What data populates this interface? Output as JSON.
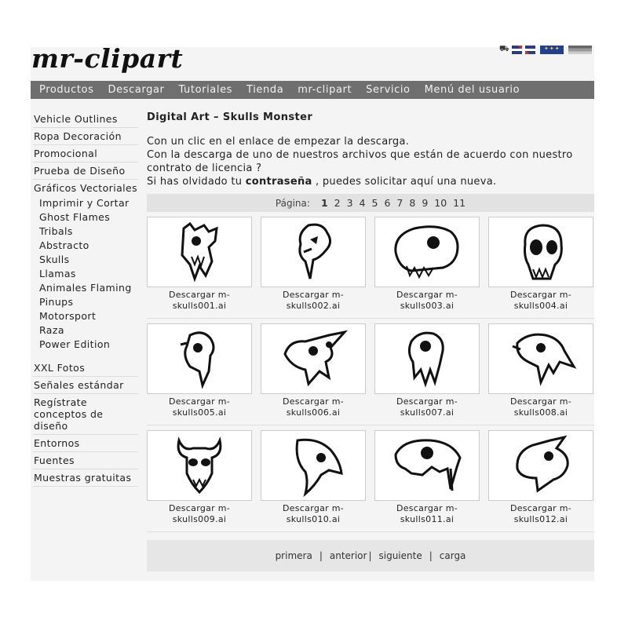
{
  "brand": {
    "logo": "mr-clipart"
  },
  "header": {
    "cart_icon": "cart-icon",
    "flags": [
      "uk-flag",
      "eu-flag",
      "de-flag"
    ]
  },
  "nav": [
    "Productos",
    "Descargar",
    "Tutoriales",
    "Tienda",
    "mr-clipart",
    "Servicio",
    "Menú del usuario"
  ],
  "sidebar": {
    "items_top": [
      "Vehicle Outlines",
      "Ropa Decoración",
      "Promocional",
      "Prueba de Diseño",
      "Gráficos Vectoriales"
    ],
    "sub_items": [
      "Imprimir y Cortar",
      "Ghost Flames",
      "Tribals",
      "Abstracto",
      "Skulls",
      "Llamas",
      "Animales Flaming",
      "Pinups",
      "Motorsport",
      "Raza",
      "Power Edition"
    ],
    "items_bottom": [
      "XXL Fotos",
      "Señales estándar",
      "Regístrate conceptos de diseño",
      "Entornos",
      "Fuentes",
      "Muestras gratuitas"
    ]
  },
  "main": {
    "title": "Digital Art – Skulls Monster",
    "line1": "Con un clic en el enlace de empezar la descarga.",
    "line2": "Con la descarga de uno de nuestros archivos que están de acuerdo con nuestro contrato de licencia ?",
    "line3_pre": "Si has olvidado tu ",
    "line3_bold": "contraseña",
    "line3_post": " , puedes solicitar aquí una nueva."
  },
  "pager": {
    "label": "Página:",
    "pages": [
      "1",
      "2",
      "3",
      "4",
      "5",
      "6",
      "7",
      "8",
      "9",
      "10",
      "11"
    ],
    "current": "1"
  },
  "items": [
    "Descargar m-skulls001.ai",
    "Descargar m-skulls002.ai",
    "Descargar m-skulls003.ai",
    "Descargar m-skulls004.ai",
    "Descargar m-skulls005.ai",
    "Descargar m-skulls006.ai",
    "Descargar m-skulls007.ai",
    "Descargar m-skulls008.ai",
    "Descargar m-skulls009.ai",
    "Descargar m-skulls010.ai",
    "Descargar m-skulls011.ai",
    "Descargar m-skulls012.ai"
  ],
  "footer": {
    "first": "primera",
    "prev": "anterior",
    "next": "siguiente",
    "load": "carga"
  }
}
